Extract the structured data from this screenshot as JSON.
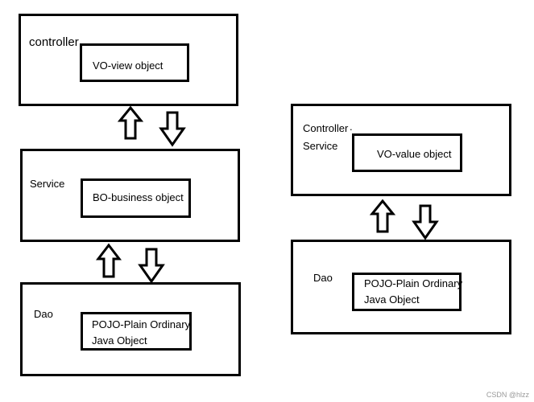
{
  "left": {
    "controller": {
      "label": "controller",
      "inner": "VO-view object"
    },
    "service": {
      "label": "Service",
      "inner": "BO-business object"
    },
    "dao": {
      "label": "Dao",
      "inner": "POJO-Plain Ordinary\nJava Object"
    }
  },
  "right": {
    "controller_service": {
      "label1": "Controller",
      "dot": ".",
      "label2": "Service",
      "inner": "VO-value object"
    },
    "dao": {
      "label": "Dao",
      "inner": "POJO-Plain Ordinary\nJava Object"
    }
  },
  "watermark": "CSDN @hlzz"
}
